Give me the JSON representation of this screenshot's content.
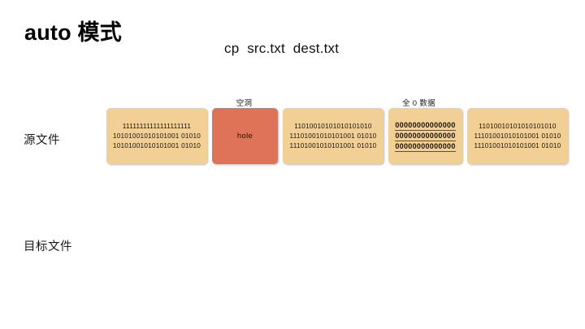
{
  "slide": {
    "title": "auto 模式",
    "command": "cp  src.txt  dest.txt",
    "labels": {
      "source_file": "源文件",
      "dest_file": "目标文件"
    },
    "annotations": {
      "hole": "空洞",
      "all_zero_data": "全 0 数据"
    },
    "colors": {
      "data_block": "#f1cf95",
      "hole_block": "#df7357",
      "background": "#ffffff",
      "text": "#111111",
      "zero_underline": "#6a4f22"
    },
    "source_blocks": [
      {
        "kind": "data",
        "width": 124,
        "lines": [
          "11111111111111111111",
          "10101001010101001 01010",
          "10101001010101001 01010"
        ]
      },
      {
        "kind": "hole",
        "width": 81,
        "label": "hole",
        "lines": []
      },
      {
        "kind": "data",
        "width": 124,
        "lines": [
          "11010010101010101010",
          "11101001010101001 01010",
          "11101001010101001 01010"
        ]
      },
      {
        "kind": "zero",
        "width": 91,
        "lines": [
          "00000000000000",
          "00000000000000",
          "00000000000000"
        ]
      },
      {
        "kind": "data",
        "width": 124,
        "lines": [
          "11010010101010101010",
          "11101001010101001 01010",
          "11101001010101001 01010"
        ]
      }
    ]
  }
}
